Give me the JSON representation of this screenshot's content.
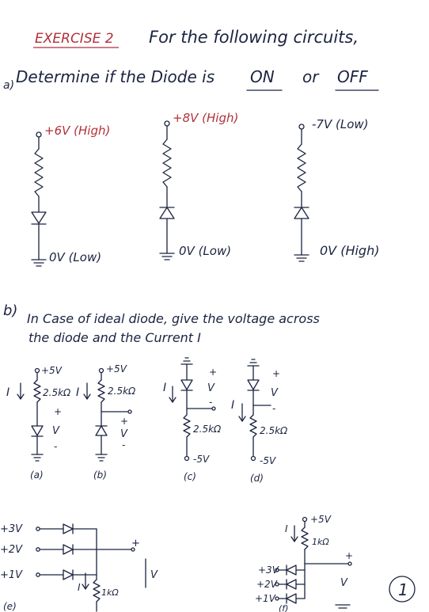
{
  "header": {
    "exercise": "EXERCISE 2",
    "line1": "For the following circuits,",
    "part_a_marker": "a)",
    "line2": "Determine if the Diode is",
    "on": "ON",
    "or": "or",
    "off": "OFF"
  },
  "part_a": {
    "circuits": [
      {
        "top": "+6V (High)",
        "bottom": "0V (Low)"
      },
      {
        "top": "+8V (High)",
        "bottom": "0V (Low)"
      },
      {
        "top": "-7V (Low)",
        "bottom": "0V (High)"
      }
    ]
  },
  "part_b": {
    "marker": "b)",
    "line1": "In Case of ideal diode, give the voltage across",
    "line2": "the diode and the Current I",
    "circuits": [
      {
        "label": "(a)",
        "supply": "+5V",
        "resistor": "2.5kΩ",
        "current": "I",
        "voltage": "V",
        "plus": "+",
        "minus": "-"
      },
      {
        "label": "(b)",
        "supply": "+5V",
        "resistor": "2.5kΩ",
        "current": "I",
        "voltage": "V",
        "plus": "+",
        "minus": "-"
      },
      {
        "label": "(c)",
        "supply": "-5V",
        "resistor": "2.5kΩ",
        "current": "I",
        "voltage": "V",
        "plus": "+",
        "minus": "-"
      },
      {
        "label": "(d)",
        "supply": "-5V",
        "resistor": "2.5kΩ",
        "current": "I",
        "voltage": "V",
        "plus": "+",
        "minus": "-"
      }
    ]
  },
  "part_c": {
    "label_e": "(e)",
    "inputs_e": [
      "+3V",
      "+2V",
      "+1V"
    ],
    "resistor_e": "1kΩ",
    "current_e": "I",
    "out_plus_e": "+",
    "out_v_e": "V",
    "label_f": "(f)",
    "inputs_f": [
      "+3V",
      "+2V",
      "+1V"
    ],
    "supply_f": "+5V",
    "resistor_f": "1kΩ",
    "current_f": "I",
    "out_plus_f": "+",
    "out_v_f": "V"
  },
  "page_number": "1"
}
